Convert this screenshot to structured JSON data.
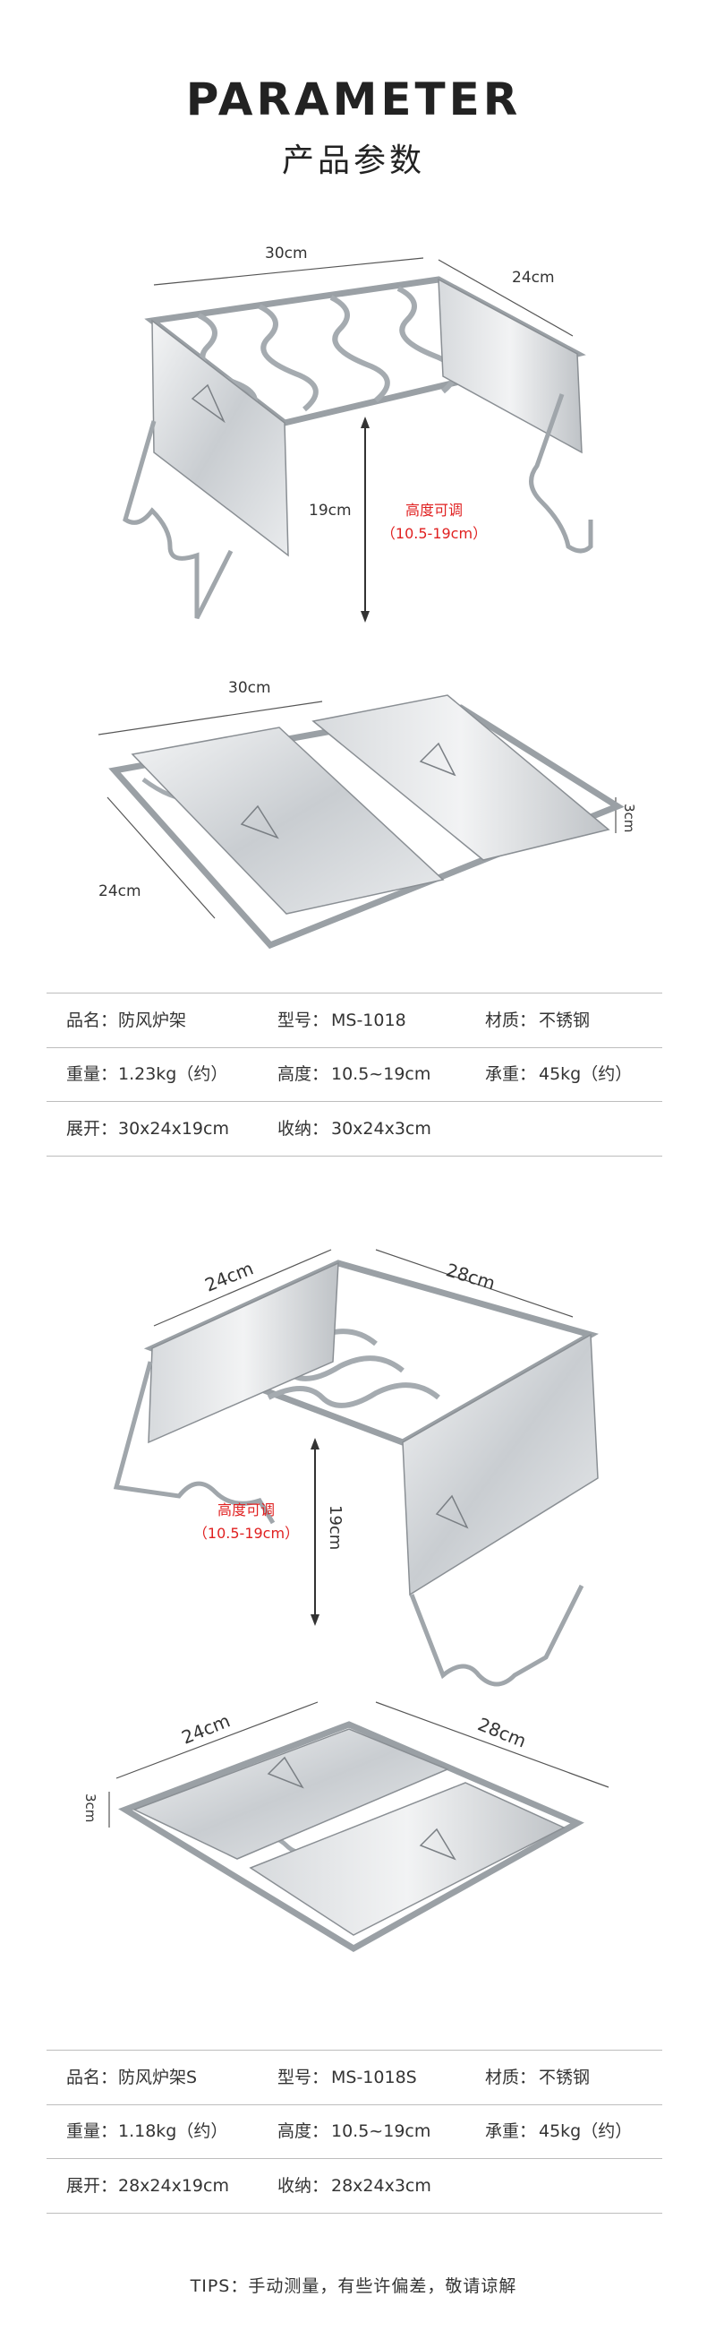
{
  "header": {
    "title_en": "PARAMETER",
    "title_cn": "产品参数"
  },
  "product1": {
    "diagram1": {
      "width": "30cm",
      "depth": "24cm",
      "height": "19cm",
      "adjust_label": "高度可调",
      "adjust_range": "（10.5-19cm）"
    },
    "diagram2": {
      "width": "30cm",
      "depth": "24cm",
      "thickness": "3cm"
    },
    "specs": [
      [
        {
          "label": "品名：",
          "value": "防风炉架"
        },
        {
          "label": "型号：",
          "value": "MS-1018"
        },
        {
          "label": "材质：",
          "value": "不锈钢"
        }
      ],
      [
        {
          "label": "重量：",
          "value": "1.23kg（约）"
        },
        {
          "label": "高度：",
          "value": "10.5~19cm"
        },
        {
          "label": "承重：",
          "value": "45kg（约）"
        }
      ],
      [
        {
          "label": "展开：",
          "value": "30x24x19cm"
        },
        {
          "label": "收纳：",
          "value": "30x24x3cm"
        }
      ]
    ]
  },
  "product2": {
    "diagram1": {
      "width": "24cm",
      "depth": "28cm",
      "height": "19cm",
      "adjust_label": "高度可调",
      "adjust_range": "（10.5-19cm）"
    },
    "diagram2": {
      "width": "24cm",
      "depth": "28cm",
      "thickness": "3cm"
    },
    "specs": [
      [
        {
          "label": "品名：",
          "value": "防风炉架S"
        },
        {
          "label": "型号：",
          "value": "MS-1018S"
        },
        {
          "label": "材质：",
          "value": "不锈钢"
        }
      ],
      [
        {
          "label": "重量：",
          "value": "1.18kg（约）"
        },
        {
          "label": "高度：",
          "value": "10.5~19cm"
        },
        {
          "label": "承重：",
          "value": "45kg（约）"
        }
      ],
      [
        {
          "label": "展开：",
          "value": "28x24x19cm"
        },
        {
          "label": "收纳：",
          "value": "28x24x3cm"
        }
      ]
    ]
  },
  "tips": "TIPS：手动测量，有些许偏差，敬请谅解",
  "colors": {
    "accent_red": "#e02020",
    "steel_light": "#e6e8ea",
    "steel_dark": "#8a8f94"
  }
}
